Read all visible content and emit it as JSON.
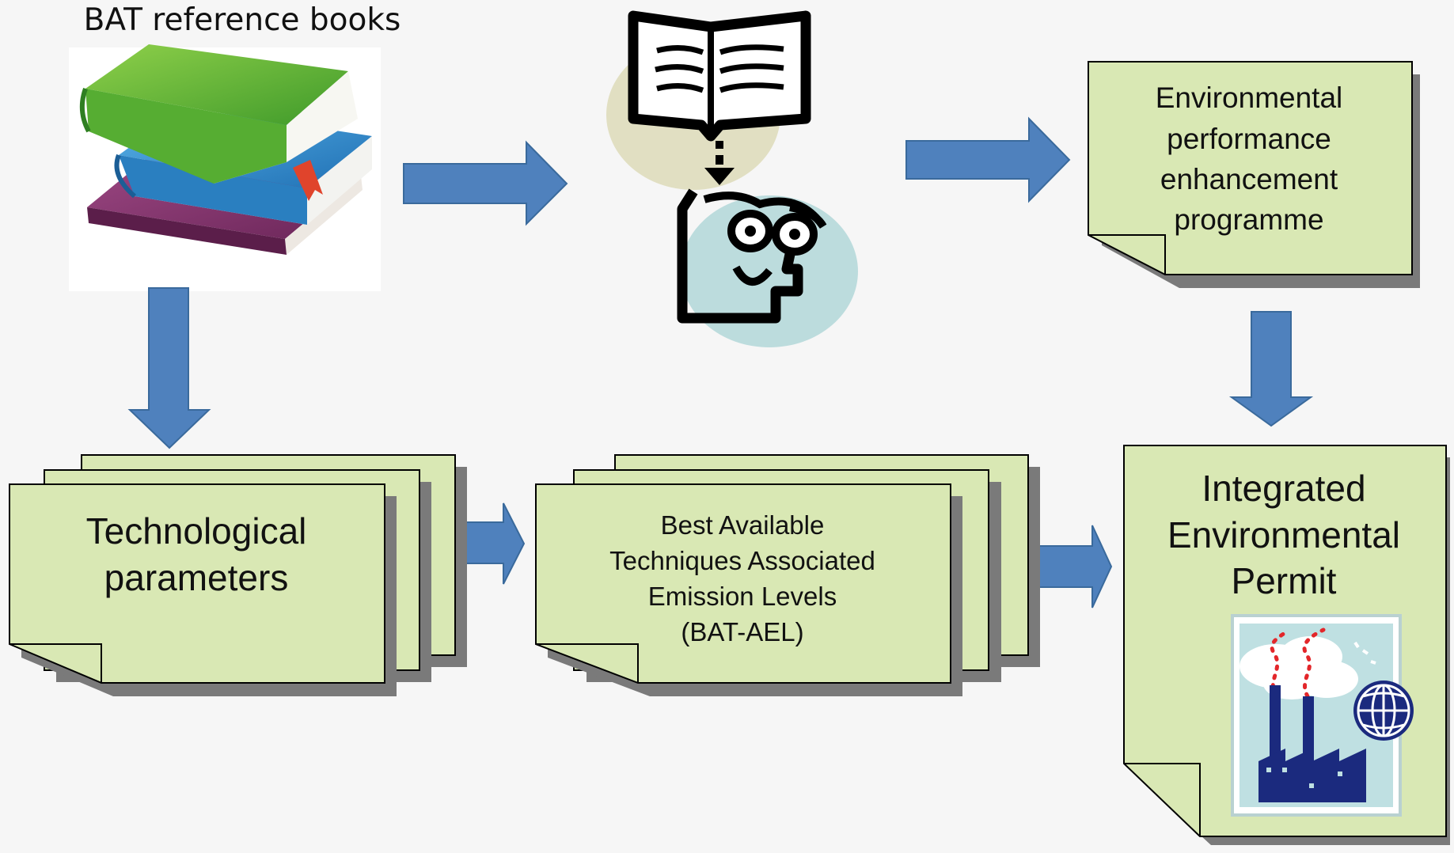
{
  "books_caption": "BAT reference books",
  "env_programme": {
    "lines": [
      "Environmental",
      "performance",
      "enhancement",
      "programme"
    ]
  },
  "tech_params": {
    "lines": [
      "Technological",
      "parameters"
    ]
  },
  "bat_ael": {
    "lines": [
      "Best Available",
      "Techniques Associated",
      "Emission Levels",
      "(BAT-AEL)"
    ]
  },
  "permit": {
    "lines": [
      "Integrated",
      "Environmental",
      "Permit"
    ]
  },
  "colors": {
    "note_fill": "#d9e8b4",
    "arrow_fill": "#4f81bd",
    "shadow": "#7a7a7a"
  },
  "icons": [
    "books-icon",
    "reading-person-icon",
    "factory-globe-icon"
  ]
}
